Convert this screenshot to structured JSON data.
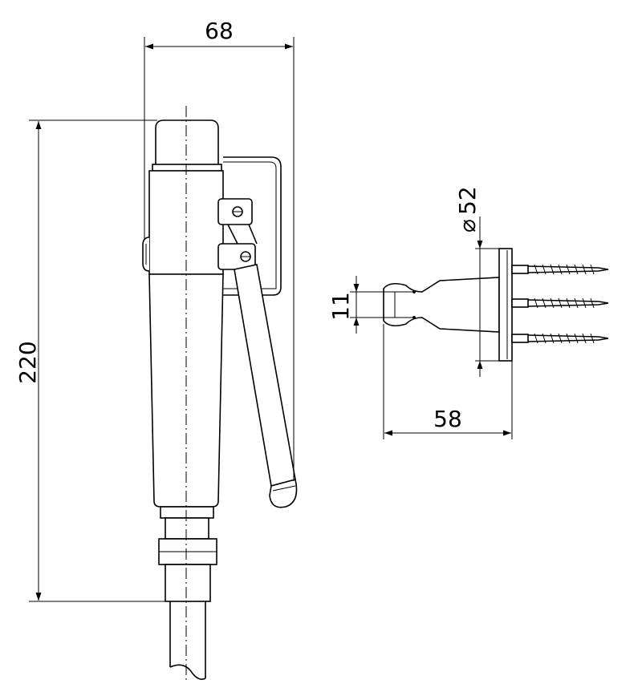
{
  "dimensions": {
    "width_top": "68",
    "height_left": "220",
    "diameter_symbol": "⌀",
    "diameter_value": "52",
    "neck_height": "11",
    "depth_bottom": "58"
  },
  "colors": {
    "line": "#000000",
    "background": "#ffffff"
  }
}
